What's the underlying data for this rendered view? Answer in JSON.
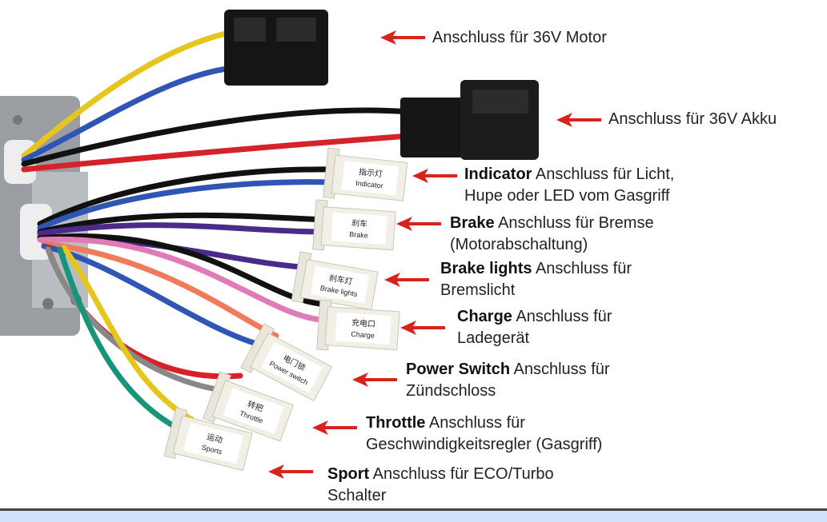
{
  "accent_arrow_color": "#d9221c",
  "annotations": [
    {
      "bold": "",
      "line1": "Anschluss für 36V Motor",
      "line2": ""
    },
    {
      "bold": "",
      "line1": "Anschluss für 36V Akku",
      "line2": ""
    },
    {
      "bold": "Indicator",
      "line1": " Anschluss für Licht,",
      "line2": "Hupe oder LED vom Gasgriff"
    },
    {
      "bold": "Brake",
      "line1": " Anschluss für Bremse",
      "line2": "(Motorabschaltung)"
    },
    {
      "bold": "Brake lights",
      "line1": " Anschluss für",
      "line2": "Bremslicht"
    },
    {
      "bold": "Charge",
      "line1": " Anschluss für",
      "line2": "Ladegerät"
    },
    {
      "bold": "Power Switch",
      "line1": " Anschluss für",
      "line2": "Zündschloss"
    },
    {
      "bold": "Throttle",
      "line1": " Anschluss für",
      "line2": "Geschwindigkeitsregler (Gasgriff)"
    },
    {
      "bold": "Sport",
      "line1": " Anschluss für ECO/Turbo",
      "line2": "Schalter"
    }
  ],
  "connectors": [
    {
      "cn": "指示灯",
      "en": "Indicator"
    },
    {
      "cn": "刹车",
      "en": "Brake"
    },
    {
      "cn": "刹车灯",
      "en": "Brake lights"
    },
    {
      "cn": "充电口",
      "en": "Charge"
    },
    {
      "cn": "电门锁",
      "en": "Power switch"
    },
    {
      "cn": "转把",
      "en": "Throttle"
    },
    {
      "cn": "运动",
      "en": "Sports"
    }
  ]
}
